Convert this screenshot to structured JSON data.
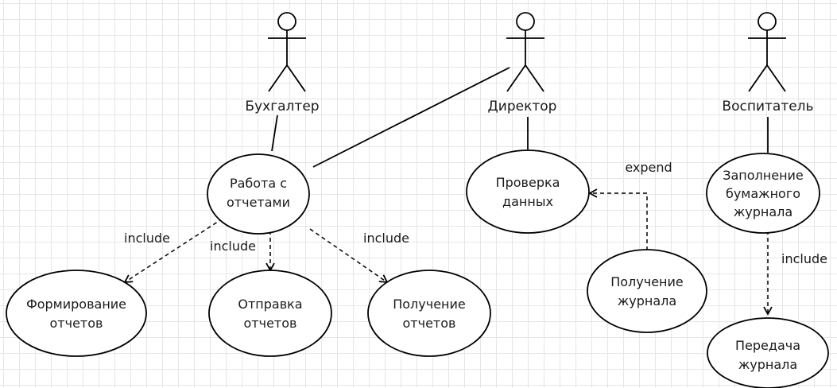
{
  "actors": {
    "accountant": "Бухгалтер",
    "director": "Директор",
    "educator": "Воспитатель"
  },
  "use_cases": {
    "work_reports": [
      "Работа с",
      "отчетами"
    ],
    "check_data": [
      "Проверка",
      "данных"
    ],
    "fill_journal": [
      "Заполнение",
      "бумажного",
      "журнала"
    ],
    "form_reports": [
      "Формирование",
      "отчетов"
    ],
    "send_reports": [
      "Отправка",
      "отчетов"
    ],
    "receive_reports": [
      "Получение",
      "отчетов"
    ],
    "receive_journal": [
      "Получение",
      "журнала"
    ],
    "transfer_journal": [
      "Передача",
      "журнала"
    ]
  },
  "relations": {
    "include_form": "include",
    "include_send": "include",
    "include_receive": "include",
    "expend_check": "expend",
    "include_transfer": "include"
  }
}
